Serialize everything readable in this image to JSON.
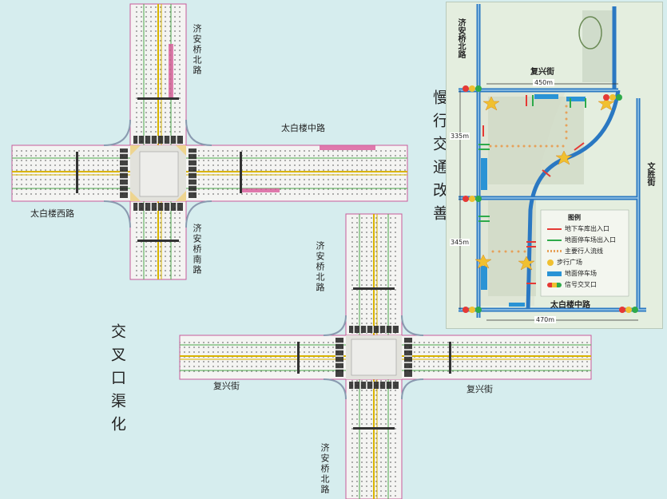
{
  "intersection1": {
    "north_road": "济安桥北路",
    "south_road": "济安桥南路",
    "east_road": "太白楼中路",
    "west_road": "太白楼西路"
  },
  "intersection2": {
    "north_road": "济安桥北路",
    "south_road": "济安桥北路",
    "west_road": "复兴街",
    "east_road": "复兴街"
  },
  "side_titles": {
    "channelization": "交叉口渠化",
    "slow_traffic": "慢行交通改善"
  },
  "map": {
    "road_jianqiao": "济安桥北路",
    "road_fuxing": "复兴街",
    "road_wensheng": "文胜街",
    "road_taibailou": "太白楼中路",
    "dim_top": "450m",
    "dim_bottom": "470m",
    "dim_left_upper": "335m",
    "dim_left_lower": "345m",
    "legend": {
      "title": "图例",
      "items": [
        {
          "label": "地下车库出入口",
          "color": "#e53935",
          "kind": "arrow"
        },
        {
          "label": "地面停车场出入口",
          "color": "#2eaa4a",
          "kind": "arrow"
        },
        {
          "label": "主要行人流线",
          "color": "#e6a15a",
          "kind": "dots"
        },
        {
          "label": "步行广场",
          "color": "#f0c030",
          "kind": "star"
        },
        {
          "label": "地面停车场",
          "color": "#2a93d5",
          "kind": "bar"
        },
        {
          "label": "信号交叉口",
          "color": "#2eaa4a",
          "kind": "signal"
        }
      ]
    }
  }
}
